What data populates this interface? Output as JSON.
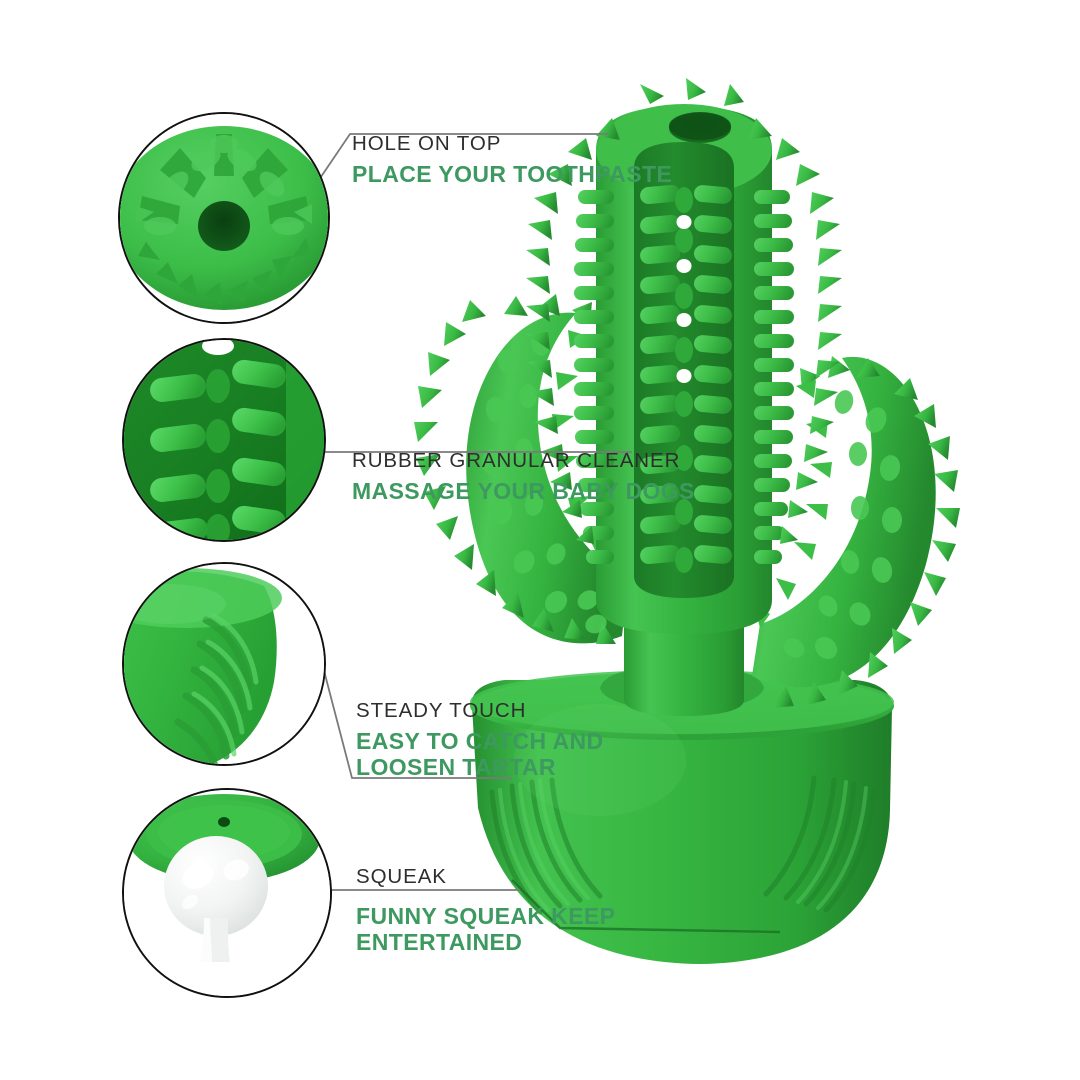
{
  "image": {
    "kind": "product-infographic",
    "product": "cactus dog toothbrush chew toy",
    "background_color": "#ffffff",
    "accent_green": "#33b23e",
    "text_green": "#3d9960",
    "title_color": "#2e2e2e",
    "line_color": "#7a7a7a"
  },
  "callouts": [
    {
      "id": "hole-on-top",
      "title": "HOLE ON TOP",
      "sub_lines": [
        "PLACE YOUR TOOTHPASTE"
      ],
      "detail_icon": "top-view-hole-icon"
    },
    {
      "id": "rubber-granular-cleaner",
      "title": "RUBBER GRANULAR CLEANER",
      "sub_lines": [
        "MASSAGE YOUR BABY DOGS"
      ],
      "detail_icon": "rubber-nubs-closeup-icon"
    },
    {
      "id": "steady-touch",
      "title": "STEADY TOUCH",
      "sub_lines": [
        "EASY TO CATCH AND",
        "LOOSEN TARTAR"
      ],
      "detail_icon": "ribbed-base-closeup-icon"
    },
    {
      "id": "squeak",
      "title": "SQUEAK",
      "sub_lines": [
        "FUNNY SQUEAK KEEP",
        "ENTERTAINED"
      ],
      "detail_icon": "squeaker-bottom-icon"
    }
  ]
}
